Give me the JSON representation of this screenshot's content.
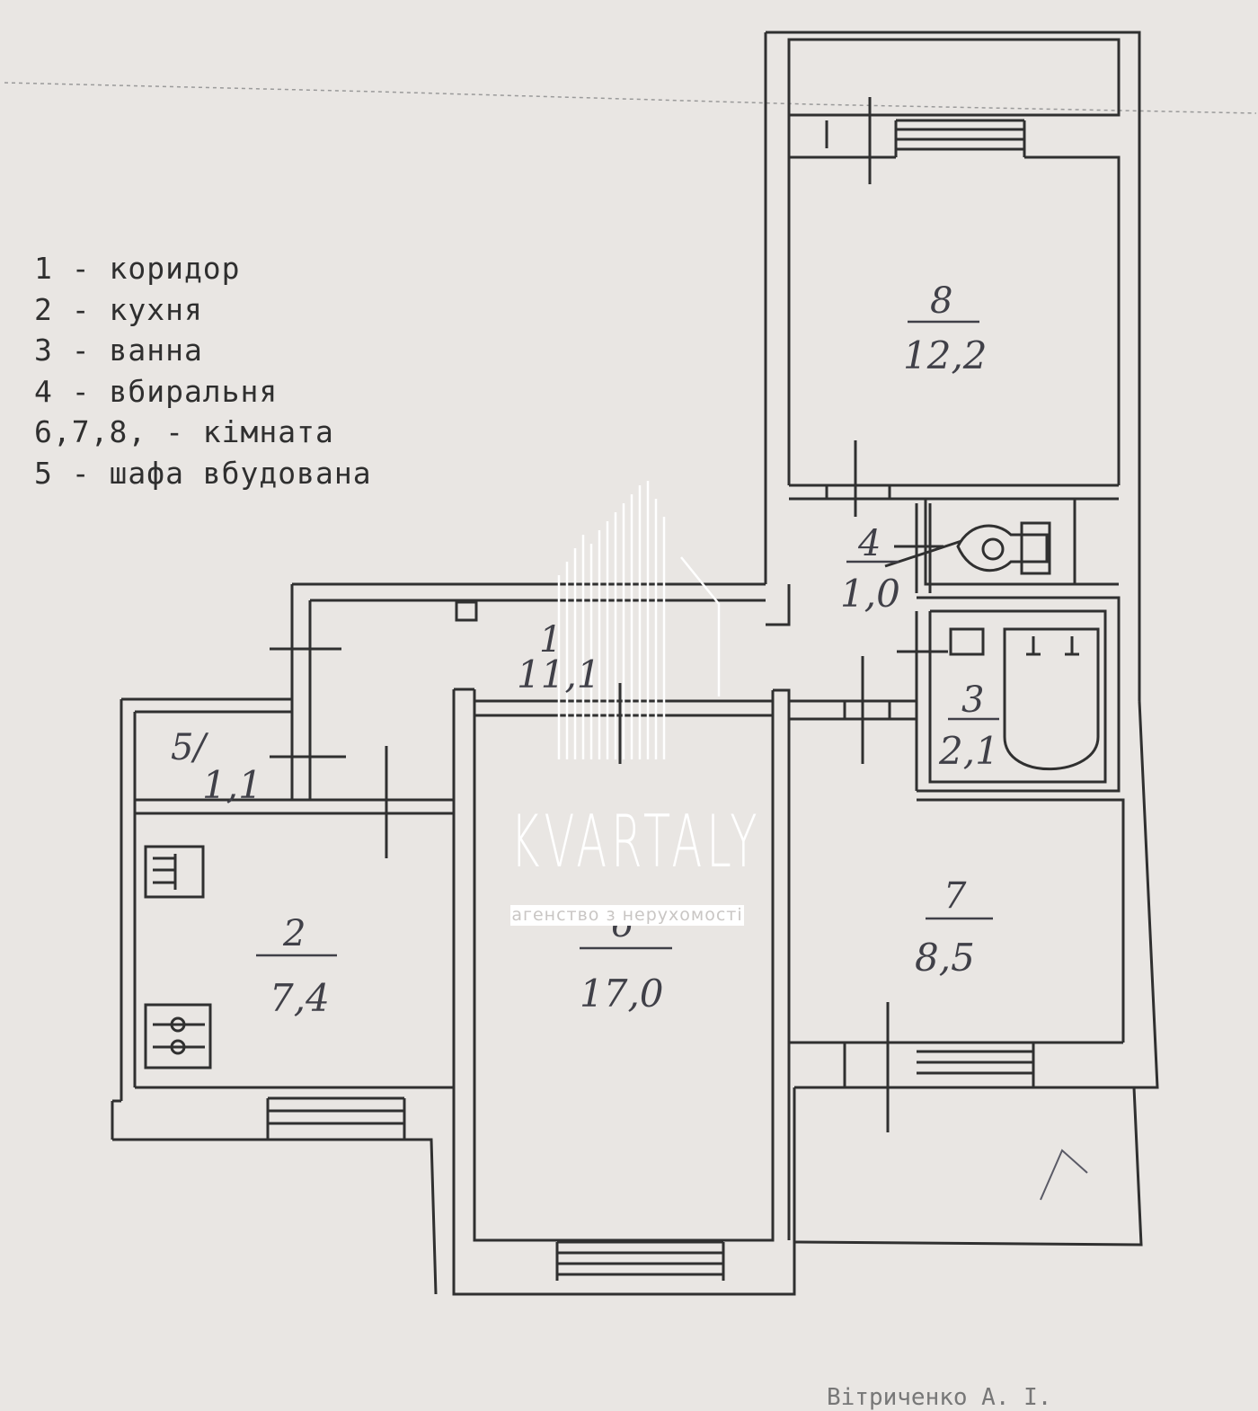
{
  "legend": [
    "1 - коридор",
    "2 - кухня",
    "3 - ванна",
    "4 - вбиральня",
    "6,7,8, - кімната",
    "5 - шафа вбудована"
  ],
  "rooms": [
    {
      "id": "1",
      "number": "1",
      "area": "11,1"
    },
    {
      "id": "2",
      "number": "2",
      "area": "7,4"
    },
    {
      "id": "3",
      "number": "3",
      "area": "2,1"
    },
    {
      "id": "4",
      "number": "4",
      "area": "1,0"
    },
    {
      "id": "5",
      "number": "5/",
      "area": "1,1"
    },
    {
      "id": "6",
      "number": "6",
      "area": "17,0"
    },
    {
      "id": "7",
      "number": "7",
      "area": "8,5"
    },
    {
      "id": "8",
      "number": "8",
      "area": "12,2"
    }
  ],
  "watermark": {
    "name": "KVARTALY",
    "tagline": "агенство з нерухомості"
  },
  "footer_note": "Вітриченко А. І.",
  "colors": {
    "paper": "#e9e6e3",
    "ink": "#303030",
    "pen": "#404048",
    "watermark": "#ffffff"
  }
}
